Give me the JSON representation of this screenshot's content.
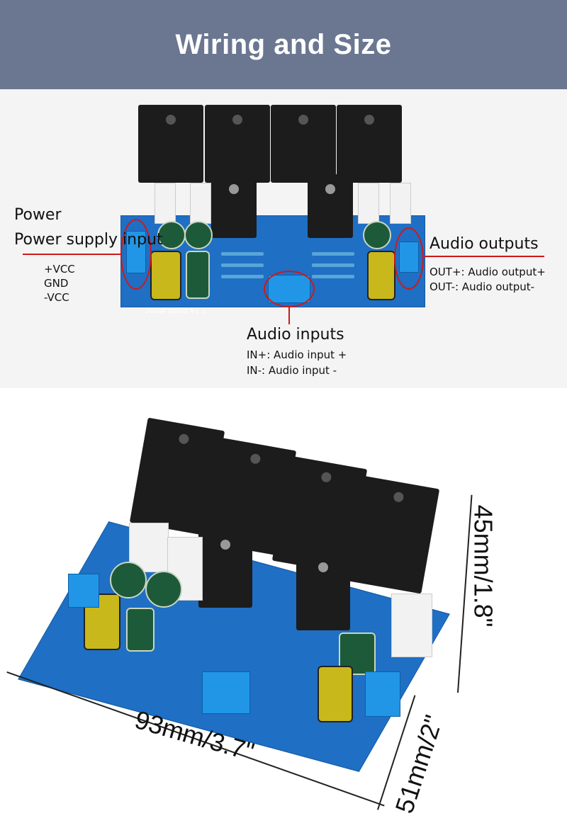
{
  "header": {
    "title": "Wiring and Size"
  },
  "wiring": {
    "power": {
      "title": "Power supply input",
      "pins": [
        "+VCC",
        "GND",
        "-VCC"
      ]
    },
    "outputs": {
      "title": "Audio outputs",
      "lines": [
        "OUT+: Audio output+",
        "OUT-: Audio output-"
      ]
    },
    "inputs": {
      "title": "Audio inputs",
      "lines": [
        "IN+: Audio input +",
        "IN-: Audio input -"
      ]
    },
    "board_label": "200W audio V1.1"
  },
  "size": {
    "length": "93mm/3.7\"",
    "width": "51mm/2\"",
    "height": "45mm/1.8\""
  },
  "colors": {
    "header": "#6b7791",
    "pcb": "#1f6fc4",
    "callout": "#d01818"
  }
}
